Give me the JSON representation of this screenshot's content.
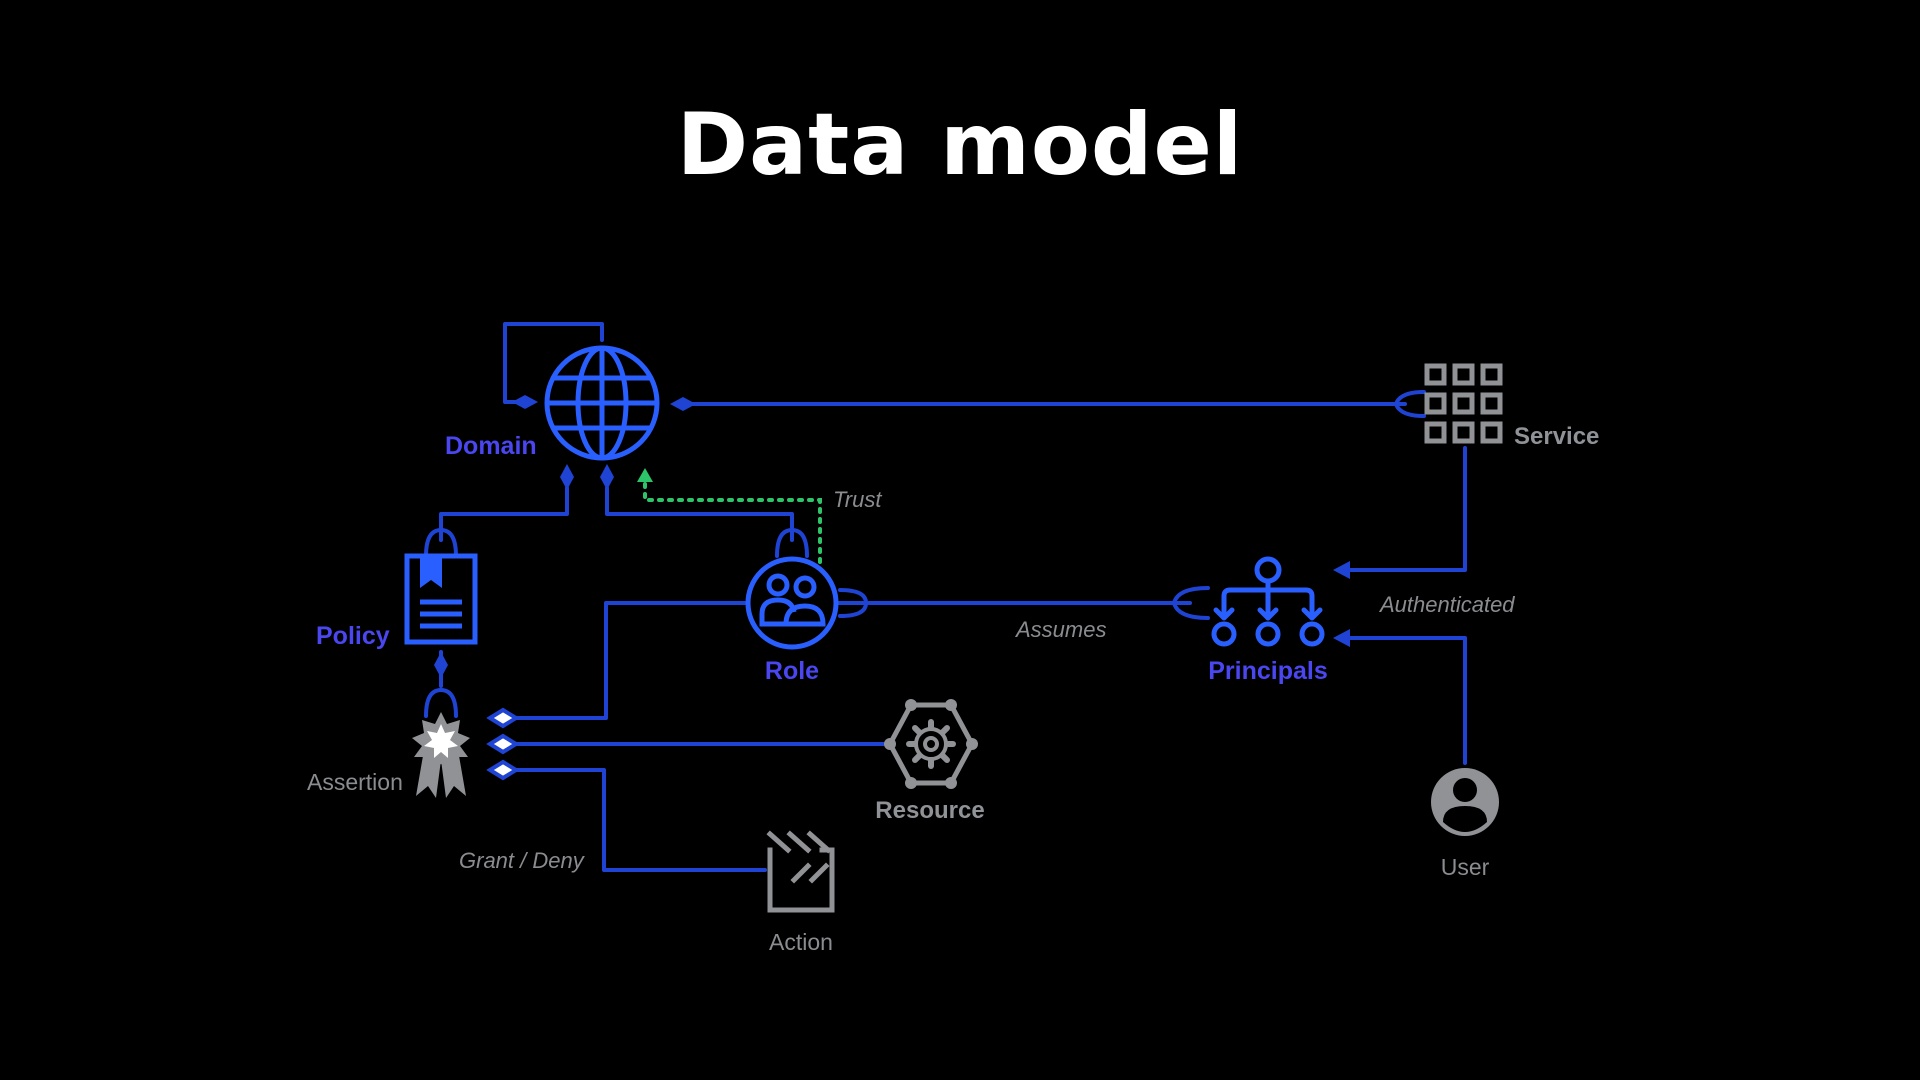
{
  "title": "Data model",
  "colors": {
    "background": "#000000",
    "connector": "#1f44d4",
    "entity_label": "#4a46f0",
    "trust": "#2ec46a",
    "neutral": "#8a8c90"
  },
  "nodes": {
    "domain": {
      "label": "Domain",
      "icon": "globe-icon"
    },
    "policy": {
      "label": "Policy",
      "icon": "document-icon"
    },
    "role": {
      "label": "Role",
      "icon": "users-group-icon"
    },
    "principals": {
      "label": "Principals",
      "icon": "hierarchy-icon"
    },
    "service": {
      "label": "Service",
      "icon": "grid-icon"
    },
    "assertion": {
      "label": "Assertion",
      "icon": "seal-icon"
    },
    "resource": {
      "label": "Resource",
      "icon": "gear-hexagon-icon"
    },
    "action": {
      "label": "Action",
      "icon": "clapperboard-icon"
    },
    "user": {
      "label": "User",
      "icon": "user-icon"
    }
  },
  "edges": {
    "trust": "Trust",
    "assumes": "Assumes",
    "authenticated": "Authenticated",
    "grant_deny": "Grant / Deny"
  }
}
